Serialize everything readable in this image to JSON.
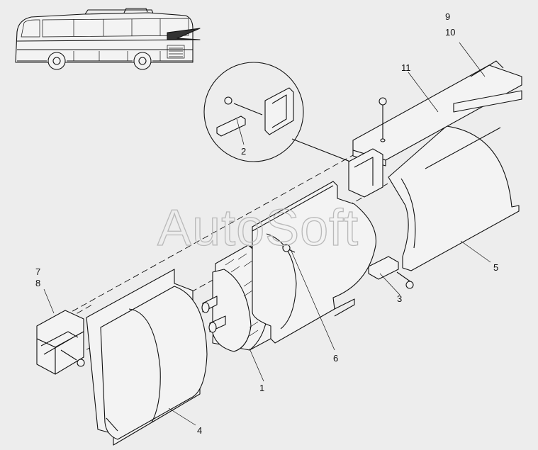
{
  "watermark": "AutoSoft",
  "callouts": [
    {
      "id": "1",
      "text": "1"
    },
    {
      "id": "2",
      "text": "2"
    },
    {
      "id": "3",
      "text": "3"
    },
    {
      "id": "4",
      "text": "4"
    },
    {
      "id": "5",
      "text": "5"
    },
    {
      "id": "6",
      "text": "6"
    },
    {
      "id": "7",
      "text": "7"
    },
    {
      "id": "8",
      "text": "8"
    },
    {
      "id": "9",
      "text": "9"
    },
    {
      "id": "10",
      "text": "10"
    },
    {
      "id": "11",
      "text": "11"
    }
  ],
  "colors": {
    "line": "#111111",
    "background": "#ededed",
    "watermark": "#b9b9b9"
  }
}
